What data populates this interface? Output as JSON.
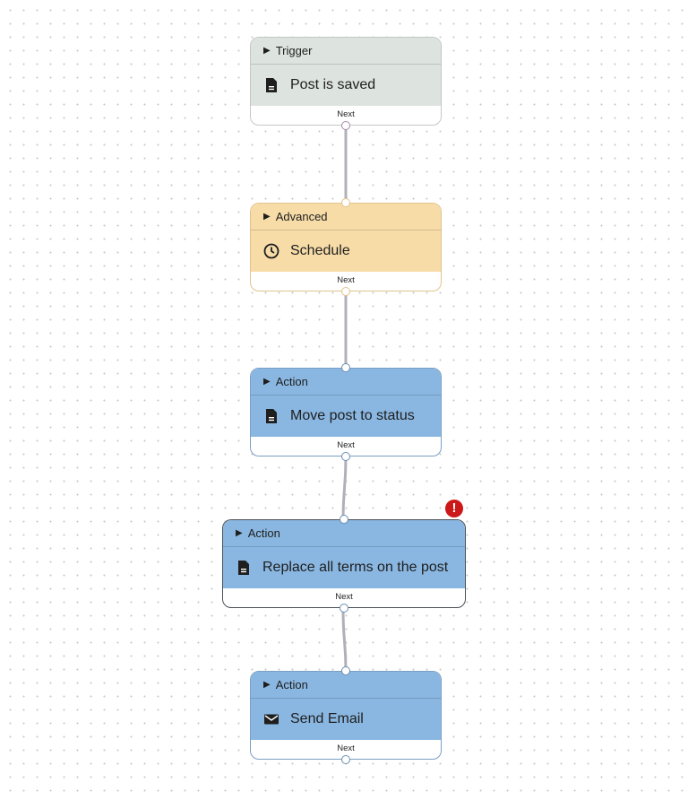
{
  "nodes": [
    {
      "type": "Trigger",
      "title": "Post is saved",
      "icon": "document-icon",
      "footer": "Next",
      "color": "#dde3de",
      "border": "#c4c7c5"
    },
    {
      "type": "Advanced",
      "title": "Schedule",
      "icon": "clock-icon",
      "footer": "Next",
      "color": "#f7dca8",
      "border": "#e0c48e"
    },
    {
      "type": "Action",
      "title": "Move post to status",
      "icon": "document-icon",
      "footer": "Next",
      "color": "#8ab7e1",
      "border": "#7a9fc4"
    },
    {
      "type": "Action",
      "title": "Replace all terms on the post",
      "icon": "document-icon",
      "footer": "Next",
      "color": "#8ab7e1",
      "border": "#4a4f55",
      "error": true
    },
    {
      "type": "Action",
      "title": "Send Email",
      "icon": "envelope-icon",
      "footer": "Next",
      "color": "#8ab7e1",
      "border": "#7a9fc4"
    }
  ],
  "error_badge": "!"
}
